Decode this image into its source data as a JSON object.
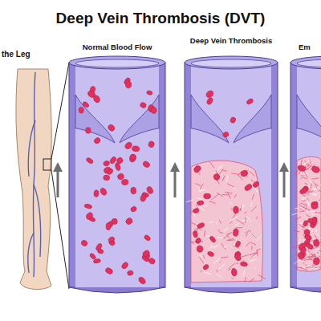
{
  "diagram": {
    "title": "Deep Vein Thrombosis (DVT)",
    "labels": [
      "the Leg",
      "Normal Blood Flow",
      "Deep Vein Thrombosis",
      "Em"
    ]
  }
}
